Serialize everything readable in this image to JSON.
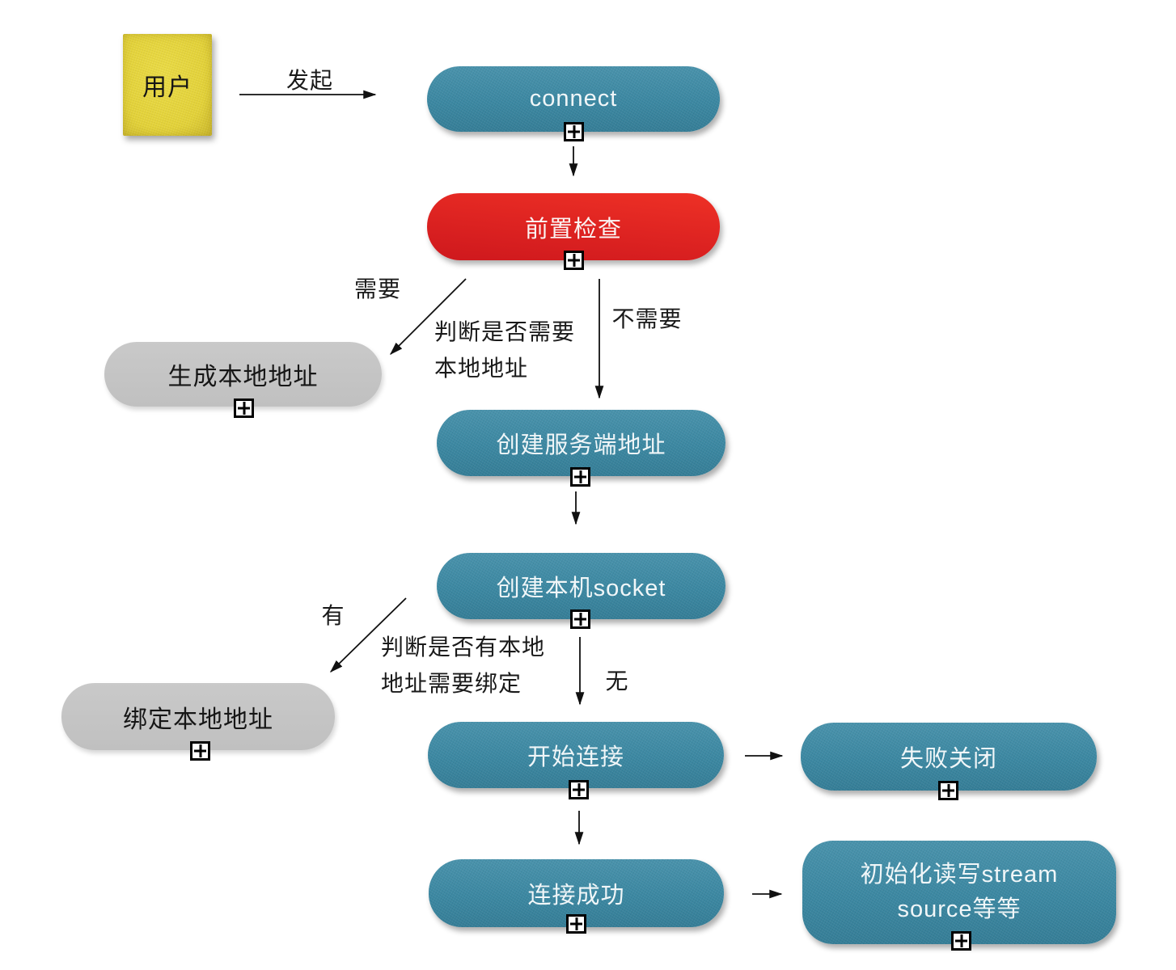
{
  "colors": {
    "teal": "#3E89A2",
    "red": "#DF2522",
    "gray": "#C4C4C4",
    "sticky_yellow": "#E3D239",
    "text_on_dark": "#F0F6F8",
    "text_dark": "#1A1A1A",
    "line_black": "#111111"
  },
  "icons": {
    "expand": "⊞"
  },
  "diagram": {
    "start_note": {
      "label": "用户"
    },
    "nodes": [
      {
        "id": "connect",
        "label": "connect",
        "color": "teal"
      },
      {
        "id": "precheck",
        "label": "前置检查",
        "color": "red"
      },
      {
        "id": "generate-local-address",
        "label": "生成本地地址",
        "color": "gray"
      },
      {
        "id": "create-server-address",
        "label": "创建服务端地址",
        "color": "teal"
      },
      {
        "id": "create-local-socket",
        "label": "创建本机socket",
        "color": "teal"
      },
      {
        "id": "bind-local-address",
        "label": "绑定本地地址",
        "color": "gray"
      },
      {
        "id": "start-connect",
        "label": "开始连接",
        "color": "teal"
      },
      {
        "id": "fail-close",
        "label": "失败关闭",
        "color": "teal"
      },
      {
        "id": "connect-success",
        "label": "连接成功",
        "color": "teal"
      },
      {
        "id": "init-stream",
        "label": "初始化读写stream source等等",
        "line1": "初始化读写stream",
        "line2": "source等等",
        "color": "teal"
      }
    ],
    "edge_labels": {
      "initiate": "发起",
      "need": "需要",
      "no_need": "不需要",
      "judge_need_line1": "判断是否需要",
      "judge_need_line2": "本地地址",
      "has": "有",
      "judge_bind_line1": "判断是否有本地",
      "judge_bind_line2": "地址需要绑定",
      "none": "无"
    }
  }
}
